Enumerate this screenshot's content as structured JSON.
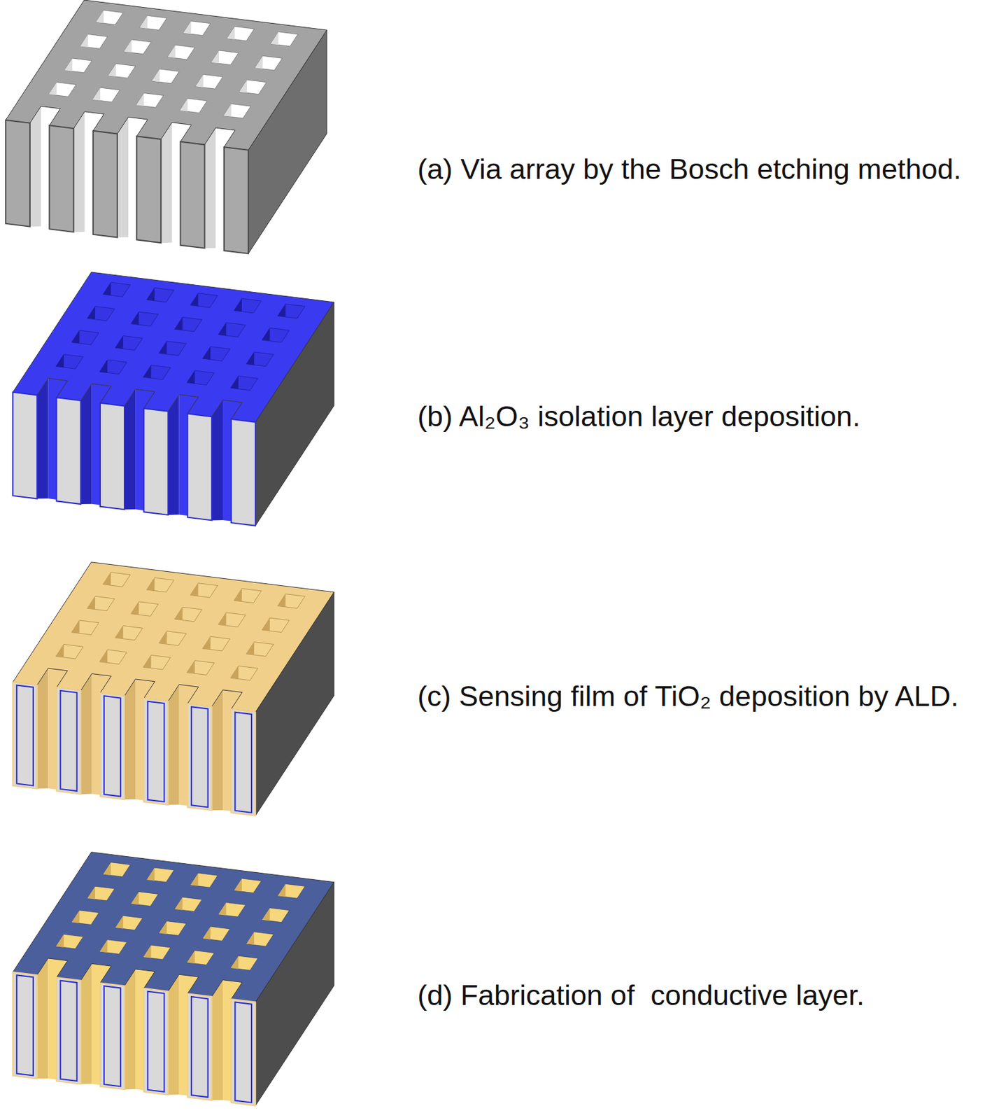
{
  "diagram": {
    "labels": [
      "(a) Via array by the Bosch etching method.",
      "(b) Al₂O₃ isolation layer deposition.",
      "(c) Sensing film of TiO₂ deposition by ALD.",
      "(d) Fabrication of  conductive layer."
    ]
  }
}
